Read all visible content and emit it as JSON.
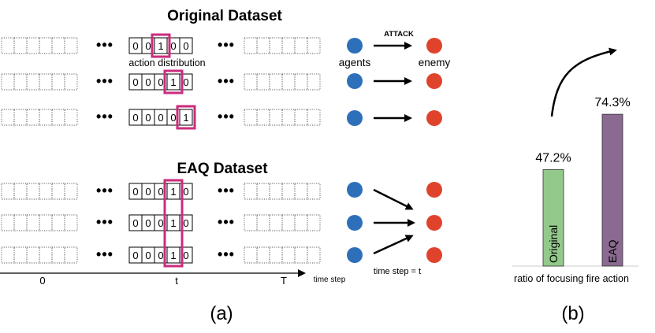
{
  "figure": {
    "original_title": "Original Dataset",
    "eaq_title": "EAQ Dataset",
    "action_distribution_label": "action distribution",
    "attack_label": "ATTACK",
    "agents_label": "agents",
    "enemy_label": "enemy",
    "ellipsis": "•••",
    "axis": {
      "tick_0": "0",
      "tick_t": "t",
      "tick_T": "T",
      "time_label": "time step",
      "time_eq_label": "time step = t"
    },
    "original_rows": [
      {
        "cells": [
          "0",
          "0",
          "1",
          "0",
          "0"
        ],
        "highlight": 2
      },
      {
        "cells": [
          "0",
          "0",
          "0",
          "1",
          "0"
        ],
        "highlight": 3
      },
      {
        "cells": [
          "0",
          "0",
          "0",
          "0",
          "1"
        ],
        "highlight": 4
      }
    ],
    "eaq_rows": [
      {
        "cells": [
          "0",
          "0",
          "0",
          "1",
          "0"
        ]
      },
      {
        "cells": [
          "0",
          "0",
          "0",
          "1",
          "0"
        ]
      },
      {
        "cells": [
          "0",
          "0",
          "0",
          "1",
          "0"
        ]
      }
    ],
    "eaq_highlight_col": 3,
    "caption_a": "(a)",
    "caption_b": "(b)"
  },
  "chart_data": {
    "type": "bar",
    "categories": [
      "Original",
      "EAQ"
    ],
    "values": [
      47.2,
      74.3
    ],
    "value_labels": [
      "47.2%",
      "74.3%"
    ],
    "colors": [
      "#93c98b",
      "#8a6a90"
    ],
    "xlabel": "ratio of focusing fire action",
    "ylabel": "",
    "ylim": [
      0,
      100
    ],
    "annotation": "curved arrow from Original bar to EAQ bar"
  },
  "colors": {
    "highlight": "#cc2b7d",
    "agent": "#2e6fba",
    "enemy": "#e0432b"
  }
}
